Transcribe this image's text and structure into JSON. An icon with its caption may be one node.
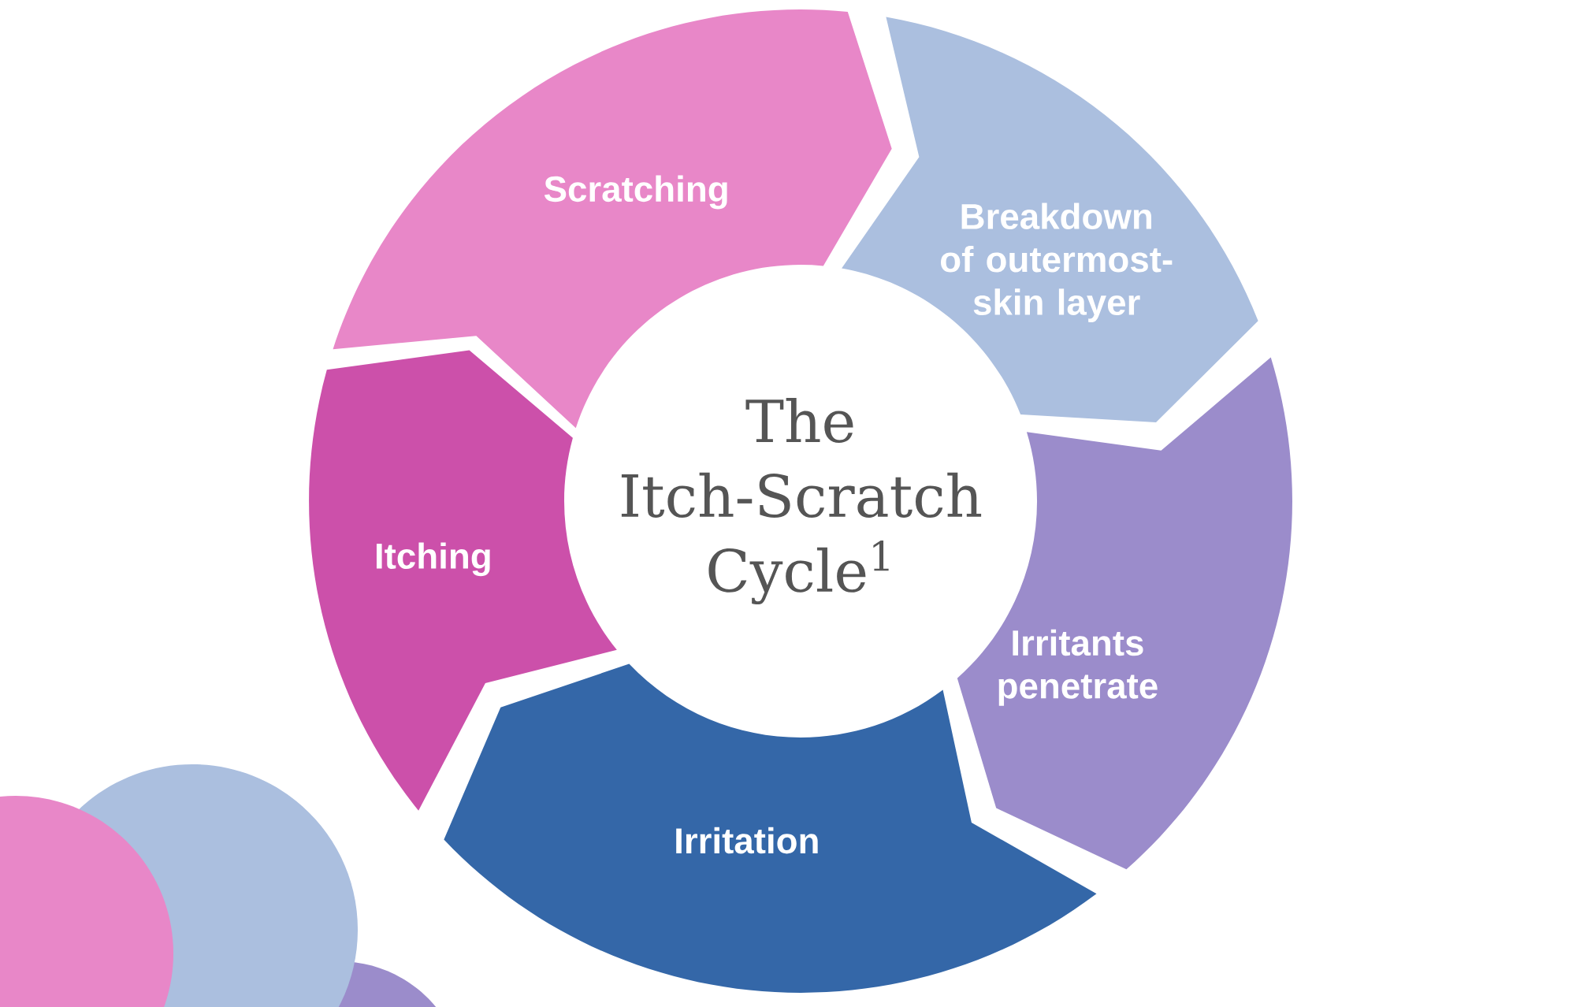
{
  "diagram": {
    "nodes": [
      {
        "text": [
          "The Itch-Scratch Cycle$^{1}$"
        ]
      },
      {
        "text": [
          "Scratching"
        ]
      },
      {
        "text": [
          "Breakdown of outermost-skin layer"
        ]
      },
      {
        "text": [
          "Irritants penetrate"
        ]
      },
      {
        "text": [
          "Irritation"
        ]
      },
      {
        "text": [
          "Itching"
        ]
      }
    ]
  }
}
